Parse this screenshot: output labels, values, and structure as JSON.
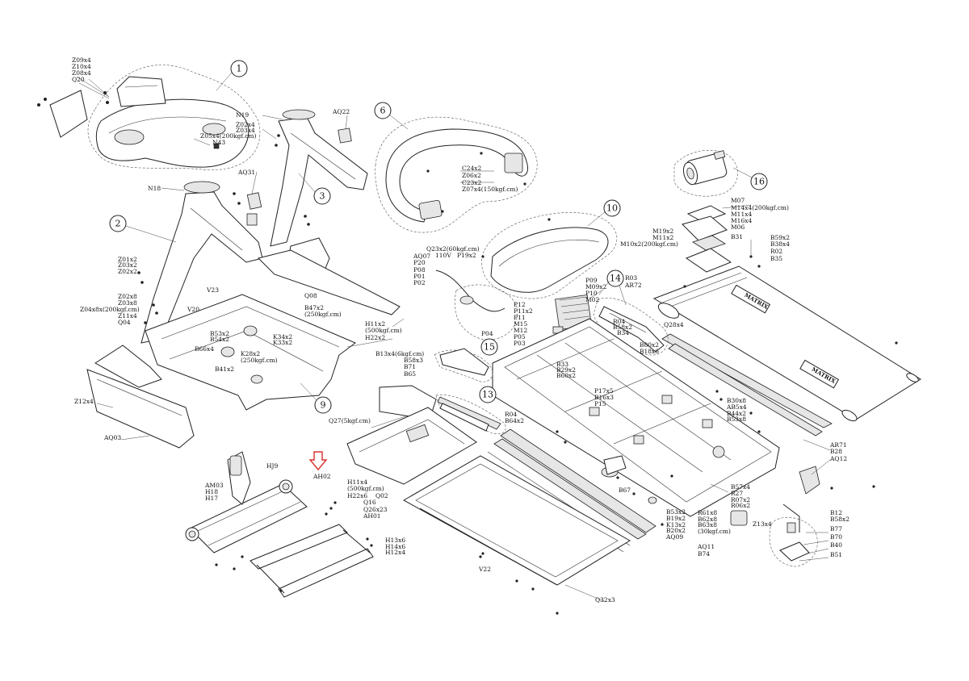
{
  "callouts": [
    "1",
    "2",
    "3",
    "6",
    "9",
    "10",
    "13",
    "14",
    "15",
    "16"
  ],
  "labels": {
    "z09x4": "Z09x4",
    "z10x4": "Z10x4",
    "z08x4": "Z08x4",
    "q20": "Q20",
    "n19": "N19",
    "z02x4a": "Z02x4",
    "z03x4a": "Z03x4",
    "z05x4": "Z05x4(200kgf.cm)",
    "n43": "N43",
    "aq22": "AQ22",
    "n18": "N18",
    "aq31": "AQ31",
    "z01x2": "Z01x2",
    "z03x2": "Z03x2",
    "z02x2": "Z02x2",
    "z02x8": "Z02x8",
    "z03x8": "Z03x8",
    "z04x8x": "Z04x8x(200kgf.cm)",
    "z11x4": "Z11x4",
    "q04": "Q04",
    "v23": "V23",
    "v20": "V20",
    "b53x2a": "B53x2",
    "b54x2": "B54x2",
    "b66x4": "B66x4",
    "k34x2": "K34x2",
    "k33x2": "K33x2",
    "k28x2": "K28x2",
    "k28x2b": "(250kgf.cm)",
    "b41x2": "B41x2",
    "q08": "Q08",
    "b47x2": "B47x2",
    "b47x2b": "(250kgf.cm)",
    "h11x2": "H11x2",
    "h11x2b": "(500kgf.cm)",
    "h22x2": "H22x2",
    "z12x4": "Z12x4",
    "aq03": "AQ03",
    "c24x2": "C24x2",
    "z06x2": "Z06x2",
    "c23x2": "C23x2",
    "z07x4": "Z07x4(150kgf.cm)",
    "aq07": "AQ07",
    "p20": "P20",
    "p08": "P08",
    "p01": "P01",
    "p02": "P02",
    "v110": "110V",
    "q23x2": "Q23x2(60kgf.cm)",
    "p19x2": "P19x2",
    "p12": "P12",
    "p11x2": "P11x2",
    "p11": "P11",
    "m15": "M15",
    "m12": "M12",
    "p05": "P05",
    "p03": "P03",
    "p04": "P04",
    "p09": "P09",
    "m09x2": "M09x2",
    "p10": "P10",
    "m02": "M02",
    "r03": "R03",
    "ar72": "AR72",
    "r04": "R04",
    "b58x2a": "B58x2",
    "b34": "B34",
    "b80x2": "B80x2",
    "b18x6": "B18x6",
    "q28x4": "Q28x4",
    "m07": "M07",
    "m14x4": "M14x4(200kgf.cm)",
    "m11x4": "M11x4",
    "m16x4": "M16x4",
    "m06": "M06",
    "m19x2": "M19x2",
    "m11x2": "M11x2",
    "m10x2": "M10x2(200kgf.cm)",
    "b31": "B31",
    "b59x2": "B59x2",
    "b38x4": "B38x4",
    "r02": "R02",
    "b35": "B35",
    "b13x4": "B13x4(6kgf.cm)",
    "b58x3": "B58x3",
    "b71": "B71",
    "b65": "B65",
    "b33": "B33",
    "b29x2": "B29x2",
    "b60x2": "B60x2",
    "p17x5": "P17x5",
    "b16x3": "B16x3",
    "p15": "P15",
    "r04b": "R04",
    "b64x2": "B64x2",
    "q27": "Q27(5kgf.cm)",
    "b30x8": "B30x8",
    "ab5x4": "AB5x4",
    "b44x2": "B44x2",
    "b53x8": "B53x8",
    "ar71": "AR71",
    "b28": "B28",
    "aq12": "AQ12",
    "am03": "AM03",
    "h18": "H18",
    "h17": "H17",
    "hj9": "HJ9",
    "ah02": "AH02",
    "h11x4": "H11x4",
    "h11x4b": "(500kgf.cm)",
    "h22x6": "H22x6",
    "q02": "Q02",
    "q16": "Q16",
    "q26x23": "Q26x23",
    "ah01": "AH01",
    "h13x6": "H13x6",
    "h14x6": "H14x6",
    "h12x4": "H12x4",
    "v22": "V22",
    "q32x3": "Q32x3",
    "b67": "B67",
    "b57x4": "B57x4",
    "r27": "R27",
    "r07x2": "R07x2",
    "r06x2": "R06x2",
    "b53x2b": "B53x2",
    "b19x2": "B19x2",
    "k13x2": "K13x2",
    "b20x2": "B20x2",
    "aq09": "AQ09",
    "r61x8": "R61x8",
    "b62x8": "B62x8",
    "b63x8": "B63x8",
    "b63x8b": "(30kgf.cm)",
    "aq11": "AQ11",
    "b74": "B74",
    "z13x4": "Z13x4",
    "b12": "B12",
    "b58x2b": "B58x2",
    "b77": "B77",
    "b70": "B70",
    "b40": "B40",
    "b51": "B51",
    "brand": "MATRIX"
  },
  "colors": {
    "ink": "#222222",
    "highlight_arrow": "#d9302b",
    "paper": "#ffffff"
  }
}
